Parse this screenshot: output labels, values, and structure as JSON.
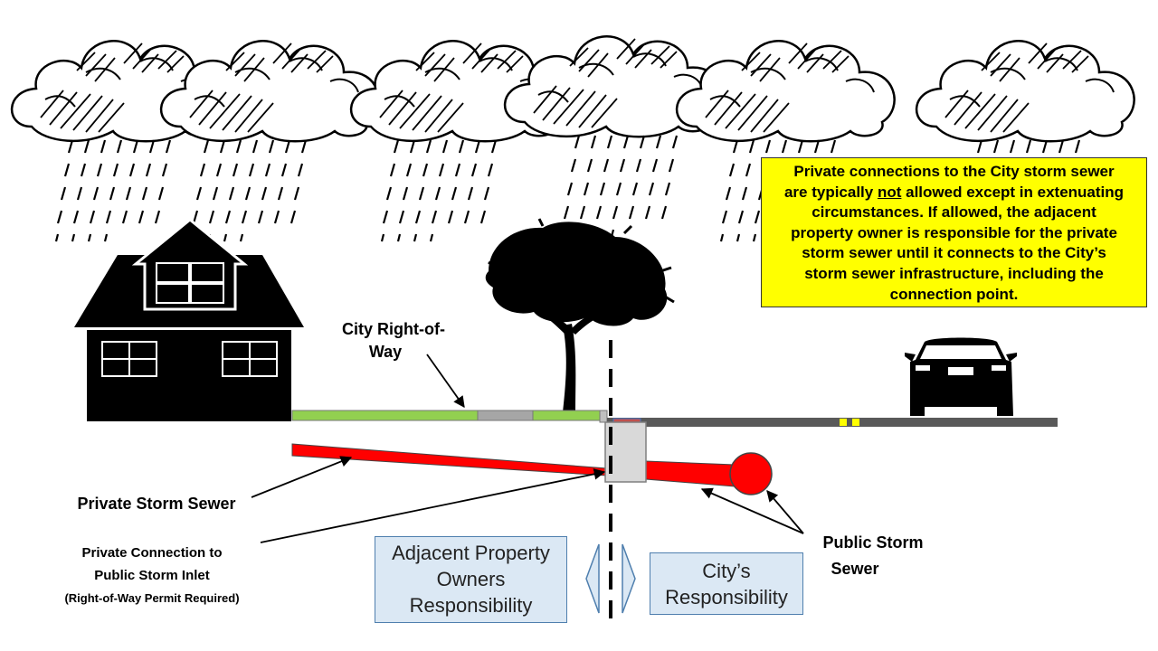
{
  "labels": {
    "city_row_line1": "City Right-of-",
    "city_row_line2": "Way",
    "private_storm_sewer": "Private Storm Sewer",
    "private_connection_line1": "Private Connection to",
    "private_connection_line2": "Public Storm Inlet",
    "private_connection_line3": "(Right-of-Way Permit Required)",
    "public_storm_sewer_line1": "Public Storm",
    "public_storm_sewer_line2": "Sewer"
  },
  "note": {
    "line1": "Private connections to the City storm sewer",
    "line2_before": "are typically ",
    "line2_underlined": "not",
    "line2_after": " allowed except in extenuating",
    "line3": "circumstances. If allowed, the adjacent",
    "line4": "property owner is responsible for the private",
    "line5": "storm sewer until it connects to the City’s",
    "line6": "storm sewer infrastructure, including the",
    "line7": "connection point."
  },
  "responsibility": {
    "owner_line1": "Adjacent Property",
    "owner_line2": "Owners",
    "owner_line3": "Responsibility",
    "city_line1": "City’s",
    "city_line2": "Responsibility"
  },
  "colors": {
    "pipe_red": "#ff0000",
    "grass_green": "#92d050",
    "road_gray": "#595959",
    "note_yellow": "#ffff00",
    "box_fill": "#dbe8f4",
    "box_border": "#4f7fae",
    "center_stripe": "#ffff00"
  },
  "icons": [
    "cloud-icon",
    "rain-icon",
    "house-icon",
    "tree-icon",
    "car-icon",
    "storm-inlet-icon",
    "double-arrow-icon"
  ]
}
